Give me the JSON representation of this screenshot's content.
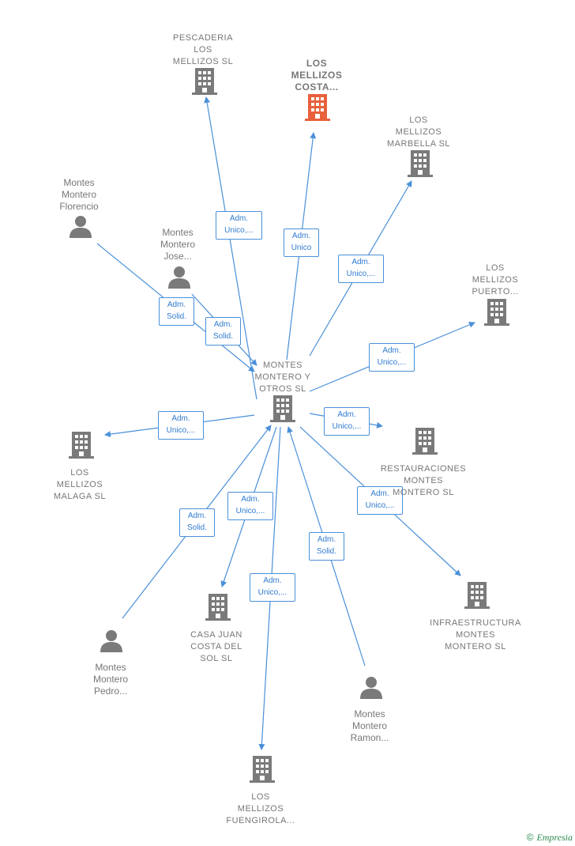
{
  "colors": {
    "edge": "#4a90d9",
    "icon": "#7a7a7a",
    "focus_icon": "#e8603c",
    "label": "#777777",
    "edge_label_text": "#2f7bd0"
  },
  "center": {
    "label": "MONTES\nMONTERO Y\nOTROS  SL",
    "icon": "building-icon"
  },
  "companies": [
    {
      "id": "pescaderia",
      "label": "PESCADERIA\nLOS\nMELLIZOS  SL",
      "icon": "building-icon"
    },
    {
      "id": "costa",
      "label": "LOS\nMELLIZOS\nCOSTA...",
      "icon": "building-icon",
      "highlight": true
    },
    {
      "id": "marbella",
      "label": "LOS\nMELLIZOS\nMARBELLA  SL",
      "icon": "building-icon"
    },
    {
      "id": "puerto",
      "label": "LOS\nMELLIZOS\nPUERTO...",
      "icon": "building-icon"
    },
    {
      "id": "restauraciones",
      "label": "RESTAURACIONES\nMONTES\nMONTERO  SL",
      "icon": "building-icon"
    },
    {
      "id": "infraestructura",
      "label": "INFRAESTRUCTURA\nMONTES\nMONTERO  SL",
      "icon": "building-icon"
    },
    {
      "id": "malaga",
      "label": "LOS\nMELLIZOS\nMALAGA SL",
      "icon": "building-icon"
    },
    {
      "id": "casajuan",
      "label": "CASA JUAN\nCOSTA DEL\nSOL  SL",
      "icon": "building-icon"
    },
    {
      "id": "fuengirola",
      "label": "LOS\nMELLIZOS\nFUENGIROLA...",
      "icon": "building-icon"
    }
  ],
  "people": [
    {
      "id": "florencio",
      "label": "Montes\nMontero\nFlorencio",
      "icon": "person-icon"
    },
    {
      "id": "jose",
      "label": "Montes\nMontero\nJose...",
      "icon": "person-icon"
    },
    {
      "id": "pedro",
      "label": "Montes\nMontero\nPedro...",
      "icon": "person-icon"
    },
    {
      "id": "ramon",
      "label": "Montes\nMontero\nRamon...",
      "icon": "person-icon"
    }
  ],
  "edges": [
    {
      "to": "pescaderia",
      "label": "Adm.\nUnico,..."
    },
    {
      "to": "costa",
      "label": "Adm.\nUnico"
    },
    {
      "to": "marbella",
      "label": "Adm.\nUnico,..."
    },
    {
      "to": "puerto",
      "label": "Adm.\nUnico,..."
    },
    {
      "to": "restauraciones",
      "label": "Adm.\nUnico,..."
    },
    {
      "to": "infraestructura",
      "label": "Adm.\nUnico,..."
    },
    {
      "to": "malaga",
      "label": "Adm.\nUnico,..."
    },
    {
      "to": "casajuan",
      "label": "Adm.\nUnico,..."
    },
    {
      "to": "fuengirola",
      "label": "Adm.\nUnico,..."
    },
    {
      "from": "florencio",
      "label": "Adm.\nSolid."
    },
    {
      "from": "jose",
      "label": "Adm.\nSolid."
    },
    {
      "from": "pedro",
      "label": "Adm.\nSolid."
    },
    {
      "from": "ramon",
      "label": "Adm.\nSolid."
    }
  ],
  "footer": {
    "copyright": "©",
    "brand": "Empresia"
  }
}
